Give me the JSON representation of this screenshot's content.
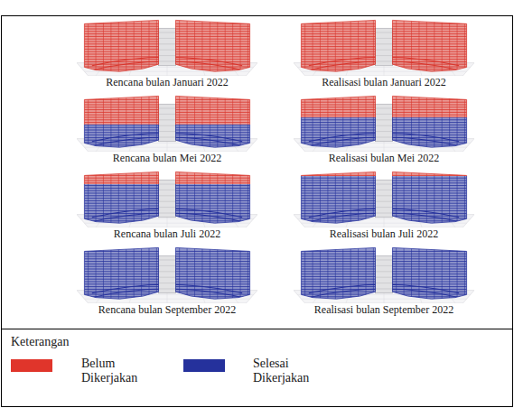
{
  "diagram": {
    "labels": [
      "Rencana bulan Januari 2022",
      "Realisasi bulan Januari 2022",
      "Rencana bulan Mei 2022",
      "Realisasi bulan Mei 2022",
      "Rencana bulan Juli 2022",
      "Realisasi bulan Juli 2022",
      "Rencana bulan September 2022",
      "Realisasi bulan September 2022",
      "Keterangan"
    ],
    "legend": [
      {
        "text": "Belum Dikerjakan",
        "color": "#e0352b"
      },
      {
        "text": "Selesai Dikerjakan",
        "color": "#25319c"
      }
    ]
  }
}
